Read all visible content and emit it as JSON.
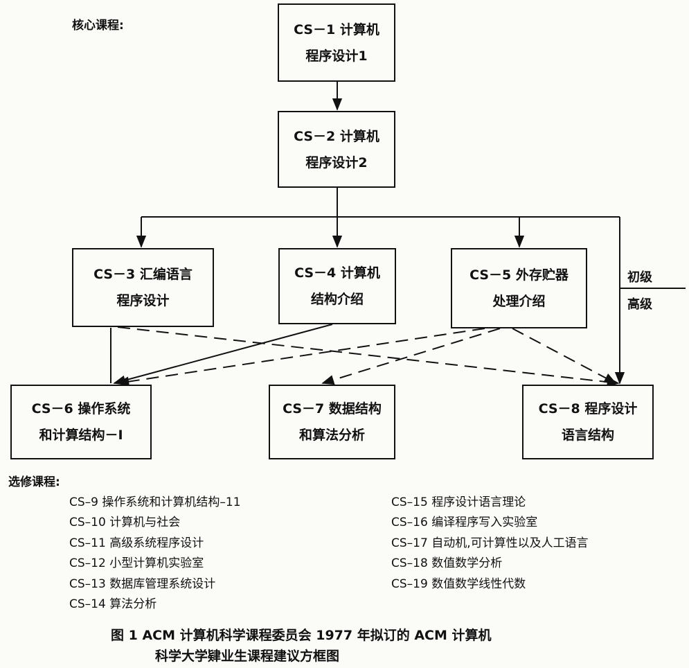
{
  "core_label": "核心课程:",
  "courses": {
    "cs1": [
      "CS－1 计算机",
      "程序设计1"
    ],
    "cs2": [
      "CS－2 计算机",
      "程序设计2"
    ],
    "cs3": [
      "CS－3 汇编语言",
      "程序设计"
    ],
    "cs4": [
      "CS－4 计算机",
      "结构介绍"
    ],
    "cs5": [
      "CS－5 外存贮器",
      "处理介绍"
    ],
    "cs6": [
      "CS－6 操作系统",
      "和计算结构－Ⅰ"
    ],
    "cs7": [
      "CS－7 数据结构",
      "和算法分析"
    ],
    "cs8": [
      "CS－8 程序设计",
      "语言结构"
    ]
  },
  "level_labels": {
    "low": "初级",
    "high": "高级"
  },
  "elective_label": "选修课程:",
  "electives_left": [
    "CS–9 操作系统和计算机结构–11",
    "CS–10 计算机与社会",
    "CS–11 高级系统程序设计",
    "CS–12 小型计算机实验室",
    "CS–13 数据库管理系统设计",
    "CS–14 算法分析"
  ],
  "electives_right": [
    "CS–15 程序设计语言理论",
    "CS–16 编译程序写入实验室",
    "CS–17 自动机,可计算性以及人工语言",
    "CS–18 数值数学分析",
    "CS–19 数值数学线性代数"
  ],
  "caption": {
    "line1": "图 1 ACM 计算机科学课程委员会 1977 年拟订的 ACM 计算机",
    "line2": "科学大学肄业生课程建议方框图"
  }
}
